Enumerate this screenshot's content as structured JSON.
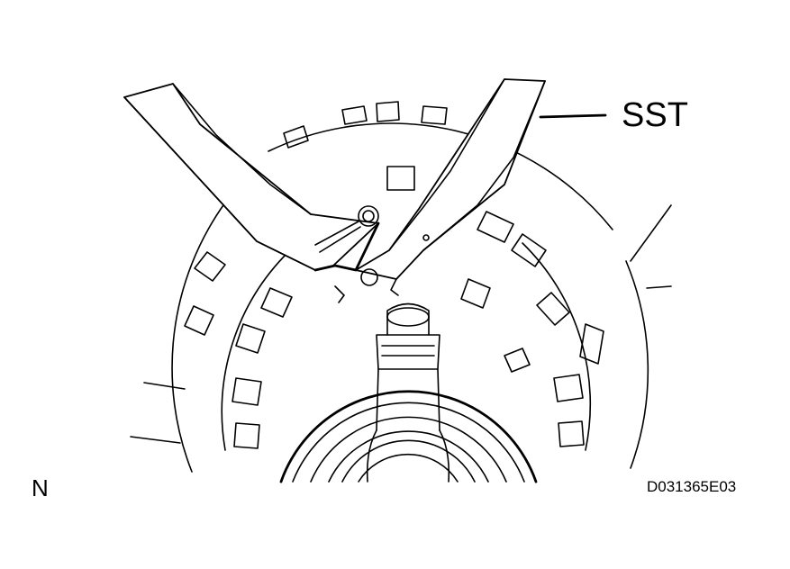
{
  "diagram": {
    "labels": {
      "tool": "SST",
      "orientation": "N",
      "figure_code": "D031365E03"
    }
  }
}
